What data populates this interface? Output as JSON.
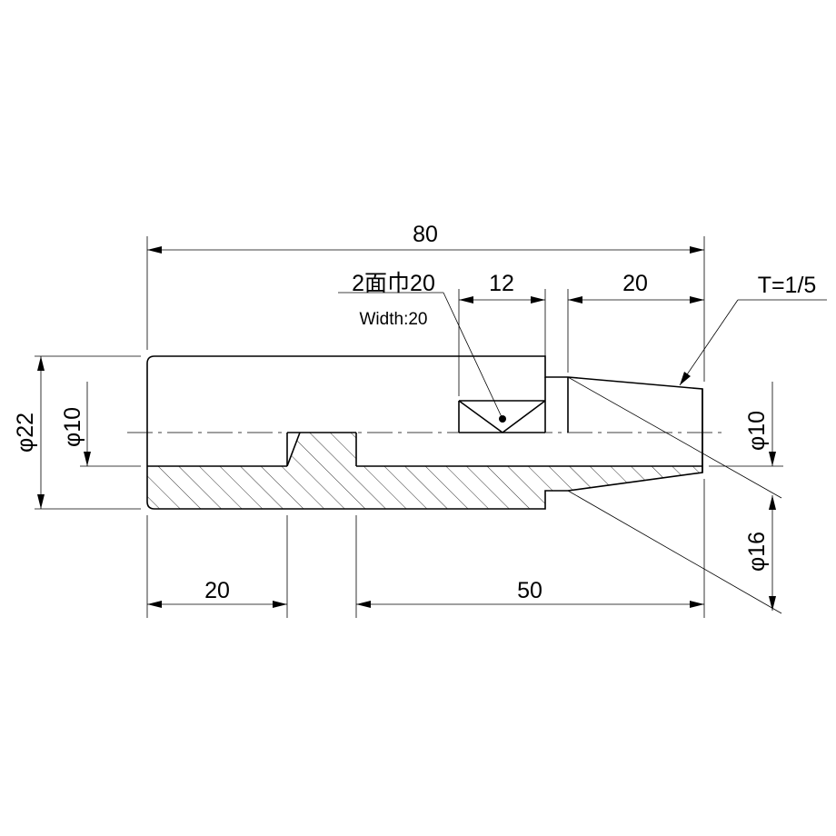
{
  "drawing": {
    "dimensions": {
      "overall_length": "80",
      "width_across_flats_jp": "2面巾20",
      "width_across_flats_en": "Width:20",
      "flat_length": "12",
      "taper_length": "20",
      "taper_ratio": "T=1/5",
      "outer_diameter": "φ22",
      "bore_diameter_left": "φ10",
      "bore_diameter_right": "φ10",
      "tip_diameter": "φ16",
      "left_bore_depth": "20",
      "right_bore_depth": "50"
    }
  }
}
